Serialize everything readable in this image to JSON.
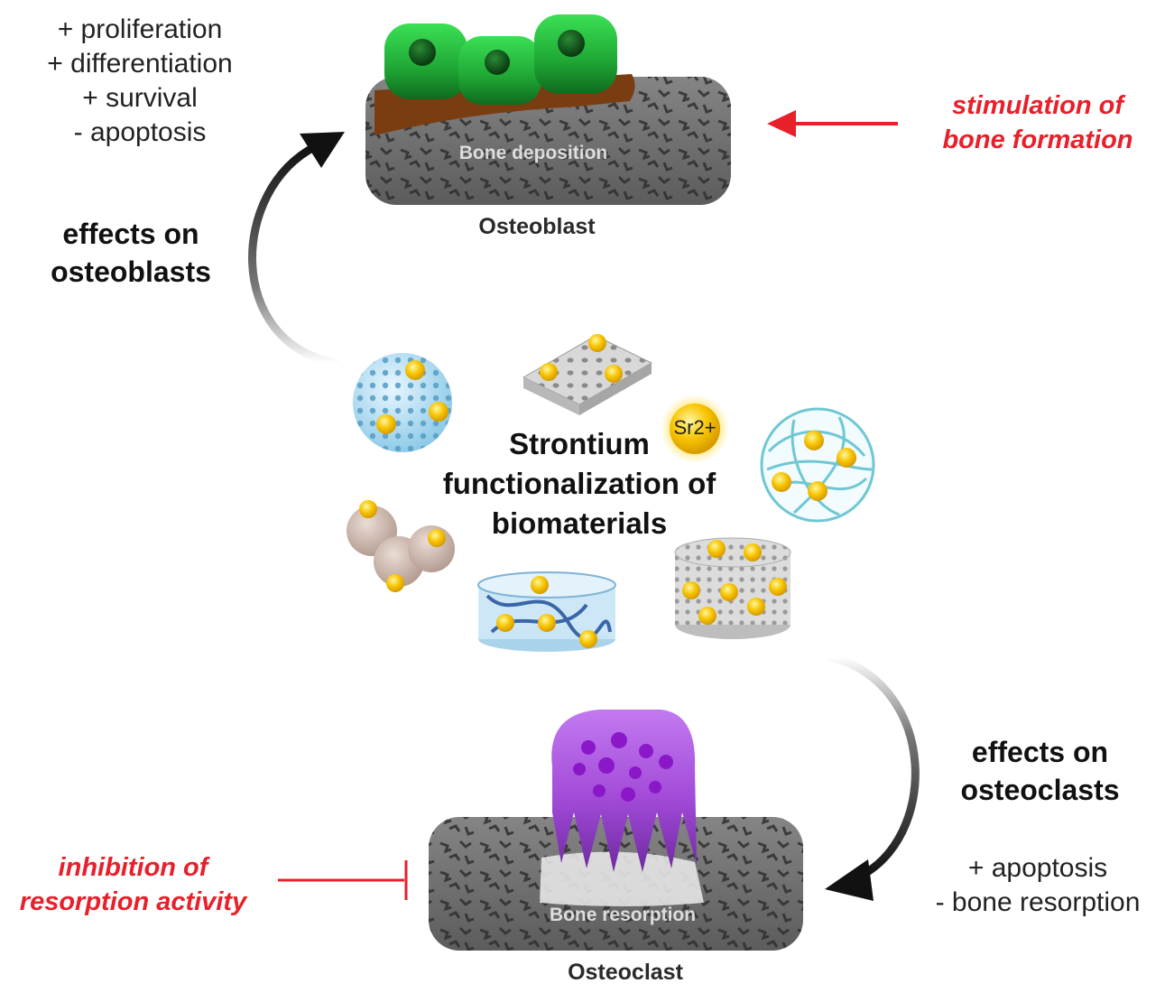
{
  "osteoblast": {
    "effects": [
      "+ proliferation",
      "+ differentiation",
      "+ survival",
      "- apoptosis"
    ],
    "cycle_label": [
      "effects on",
      "osteoblasts"
    ],
    "outcome": [
      "stimulation of",
      "bone formation"
    ],
    "bone_caption": "Bone deposition",
    "cell_label": "Osteoblast"
  },
  "center": {
    "title": [
      "Strontium",
      "functionalization of",
      "biomaterials"
    ],
    "ion_label": "Sr2+"
  },
  "osteoclast": {
    "cycle_label": [
      "effects on",
      "osteoclasts"
    ],
    "effects": [
      "+ apoptosis",
      "- bone resorption"
    ],
    "outcome": [
      "inhibition of",
      "resorption activity"
    ],
    "bone_caption": "Bone resorption",
    "cell_label": "Osteoclast"
  },
  "colors": {
    "outcome_red": "#e8202a",
    "osteoblast_green": "#22b038",
    "osteoclast_purple": "#a24ad8",
    "strontium_yellow": "#f5c000",
    "bone_gray": "#6e6e6e",
    "matrix_brown": "#7a3d12"
  }
}
